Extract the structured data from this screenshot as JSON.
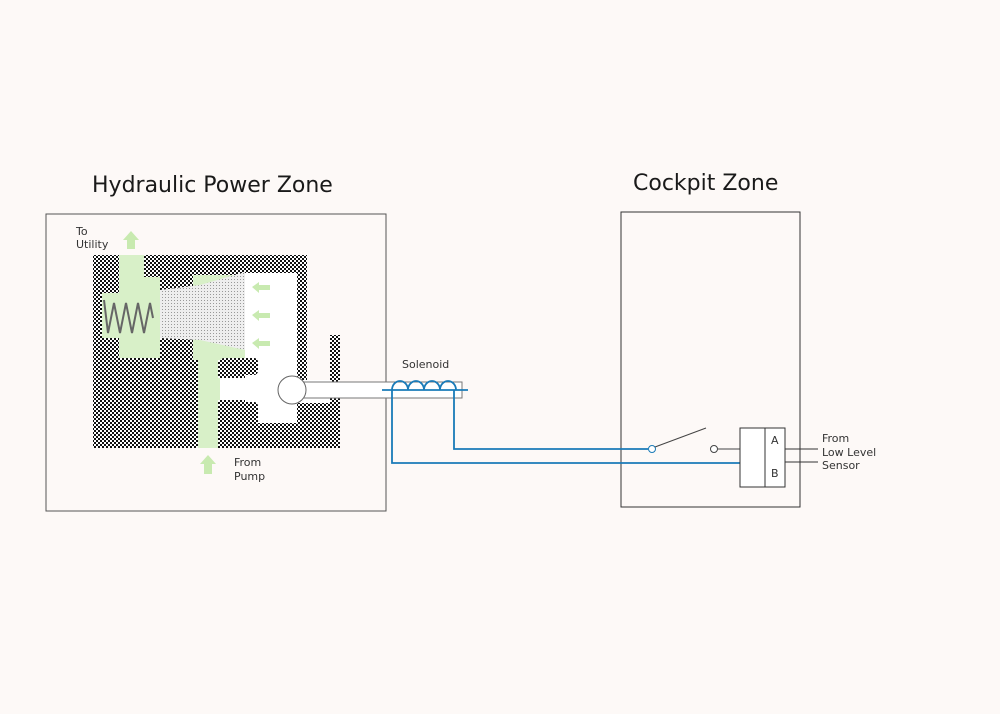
{
  "zones": {
    "hydraulic": {
      "title": "Hydraulic Power Zone"
    },
    "cockpit": {
      "title": "Cockpit Zone"
    }
  },
  "labels": {
    "to_utility": [
      "To",
      "Utility"
    ],
    "from_pump": [
      "From",
      "Pump"
    ],
    "solenoid": "Solenoid",
    "relay_a": "A",
    "relay_b": "B",
    "sensor": [
      "From",
      "Low Level",
      "Sensor"
    ]
  },
  "colors": {
    "wire": "#1a7bb8",
    "fluid": "#d8f0c8",
    "body": "#111111"
  }
}
